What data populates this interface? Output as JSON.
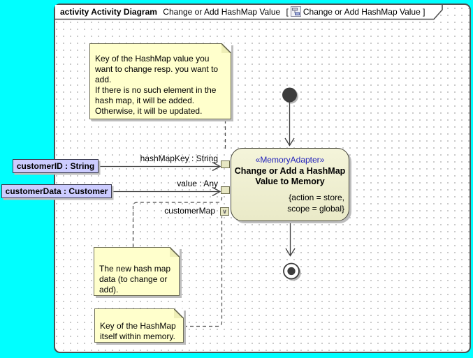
{
  "frame": {
    "title_bold": "activity Activity Diagram",
    "diagram_name": "Change or Add HashMap Value",
    "bracket_open": "[",
    "diagram_ref": "Change or Add HashMap Value",
    "bracket_close": "]",
    "icon": "activity-diagram-icon"
  },
  "notes": [
    {
      "lines": [
        "Key of the HashMap value you",
        "want to change resp. you want to",
        "add.",
        "If there is no such element in the",
        "hash map, it will be added.",
        "Otherwise, it will be updated."
      ]
    },
    {
      "lines": [
        "The new hash map",
        "data (to change or",
        "add)."
      ]
    },
    {
      "lines": [
        "Key of the HashMap",
        "itself within memory."
      ]
    }
  ],
  "action": {
    "stereotype": "«MemoryAdapter»",
    "name_lines": [
      "Change or Add a HashMap",
      "Value to Memory"
    ],
    "constraint_lines": [
      "{action = store,",
      "scope = global}"
    ]
  },
  "pins": {
    "hashMapKey_label": "hashMapKey : String",
    "value_label": "value : Any",
    "customerMap_label": "customerMap",
    "customerMap_glyph": "∨"
  },
  "objects": [
    {
      "label": "customerID : String"
    },
    {
      "label": "customerData : Customer"
    }
  ],
  "colors": {
    "canvas": "#00FFFF",
    "note_fill": "#FFFFCC",
    "action_fill": "#EAEAC8",
    "object_fill": "#CCCCFF",
    "stereotype_text": "#2222BB",
    "line": "#3F3F3F"
  }
}
